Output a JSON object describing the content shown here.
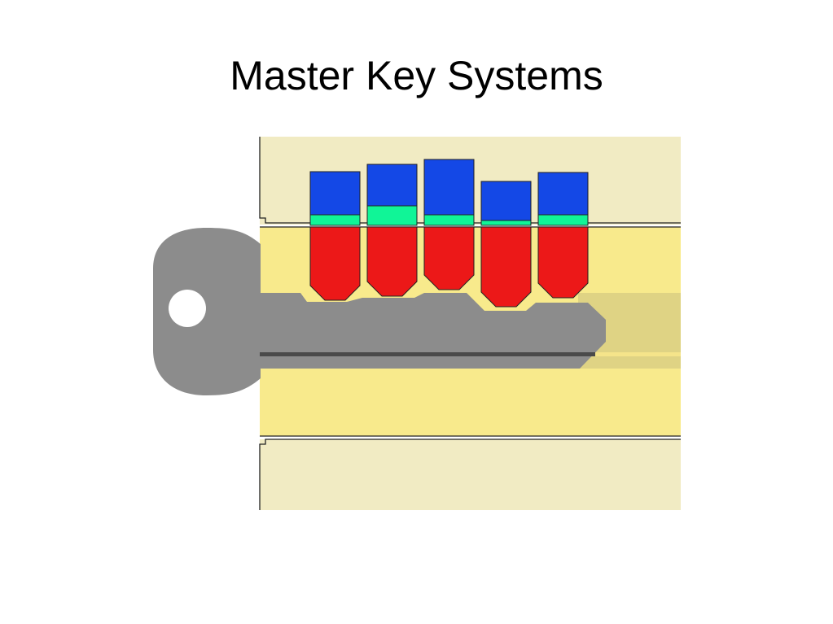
{
  "slide": {
    "title": "Master Key Systems"
  },
  "colors": {
    "housing": "#f1ebc3",
    "plug": "#f8ea8c",
    "key": "#8c8c8c",
    "key_groove": "#4a4a4a",
    "top_pin": "#1448e6",
    "master_wafer": "#10f597",
    "bottom_pin": "#ec1818",
    "outline": "#222222"
  },
  "pin_stacks": [
    {
      "top_pin_length": 1.0,
      "master_wafer_length": 0.25,
      "bottom_pin_length": 1.7
    },
    {
      "top_pin_length": 0.97,
      "master_wafer_length": 0.45,
      "bottom_pin_length": 1.6
    },
    {
      "top_pin_length": 1.28,
      "master_wafer_length": 0.25,
      "bottom_pin_length": 1.45
    },
    {
      "top_pin_length": 0.9,
      "master_wafer_length": 0.12,
      "bottom_pin_length": 1.85
    },
    {
      "top_pin_length": 0.98,
      "master_wafer_length": 0.25,
      "bottom_pin_length": 1.65
    }
  ]
}
